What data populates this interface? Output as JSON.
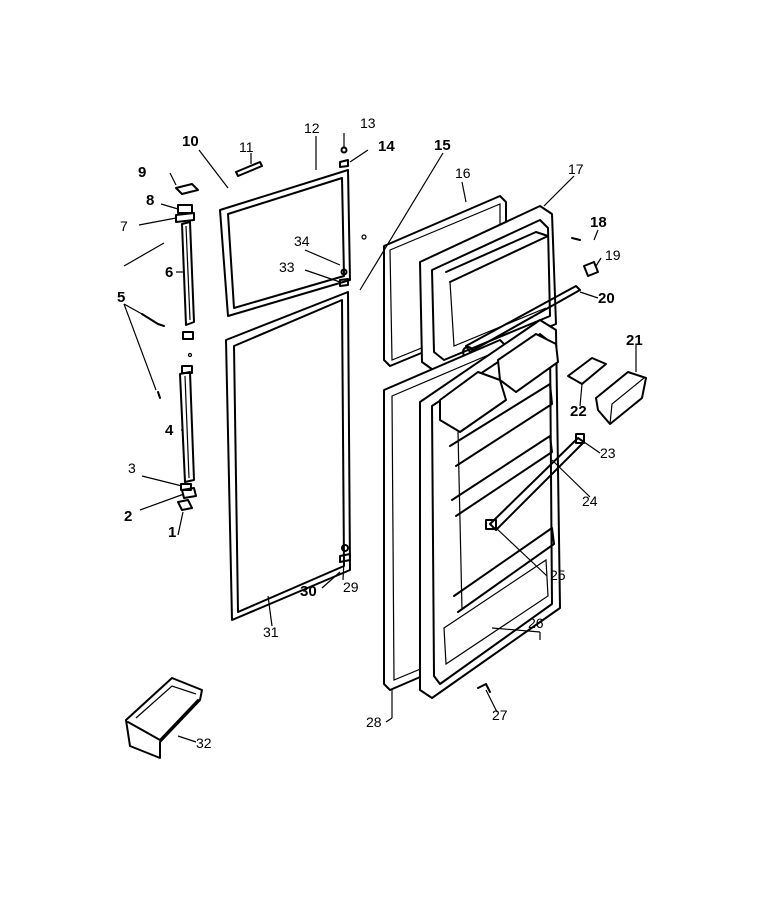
{
  "diagram": {
    "labels": {
      "p1": "1",
      "p2": "2",
      "p3": "3",
      "p4": "4",
      "p5": "5",
      "p6": "6",
      "p7": "7",
      "p8": "8",
      "p9": "9",
      "p10": "10",
      "p11": "11",
      "p12": "12",
      "p13": "13",
      "p14": "14",
      "p15": "15",
      "p16": "16",
      "p17": "17",
      "p18": "18",
      "p19": "19",
      "p20": "20",
      "p21": "21",
      "p22": "22",
      "p23": "23",
      "p24": "24",
      "p25": "25",
      "p26": "26",
      "p27": "27",
      "p28": "28",
      "p29": "29",
      "p30": "30",
      "p31": "31",
      "p32": "32",
      "p33": "33",
      "p34": "34"
    }
  }
}
